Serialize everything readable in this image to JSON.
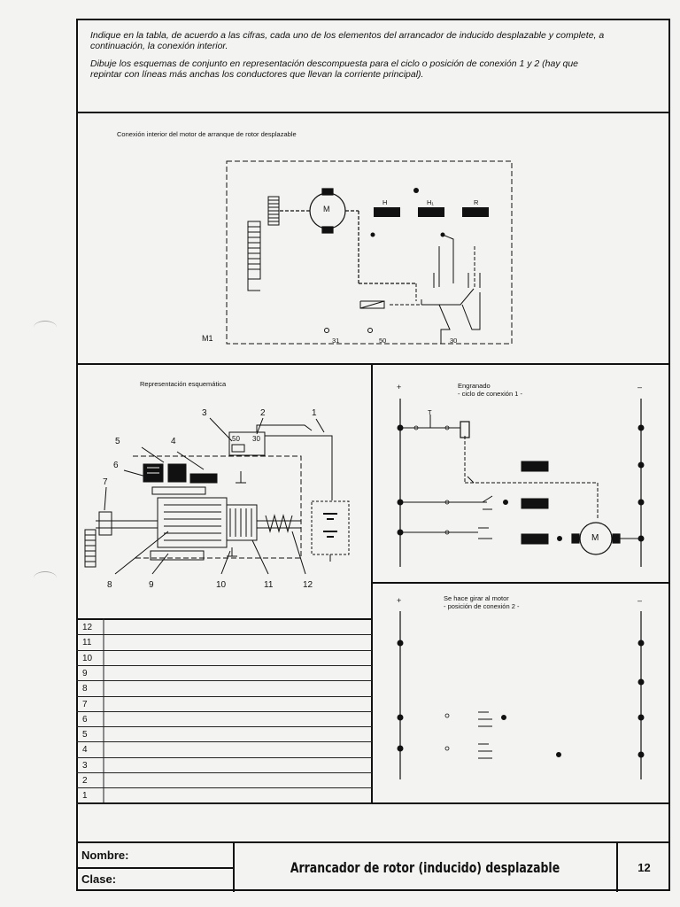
{
  "instructions": {
    "line1": "Indique en la tabla, de acuerdo a las cifras, cada uno de los elementos del arrancador de inducido desplazable y complete, a",
    "line2": "continuación, la conexión interior.",
    "line3": "Dibuje los esquemas de conjunto en representación descompuesta para el ciclo o posición de conexión 1 y 2 (hay que",
    "line4": "repintar con líneas más anchas los conductores que llevan la corriente principal)."
  },
  "top_section": {
    "caption": "Conexión interior del motor de arranque de rotor desplazable",
    "motor_label": "M",
    "labels": {
      "H": "H",
      "H1": "H₁",
      "R": "R",
      "M1": "M1",
      "t31": "31",
      "t50": "50",
      "t30": "30"
    }
  },
  "schematic": {
    "caption": "Representación esquemática",
    "numbers_top": [
      "3",
      "2",
      "1",
      "5",
      "4",
      "6",
      "7"
    ],
    "numbers_bottom": [
      "8",
      "9",
      "10",
      "11",
      "12"
    ],
    "terminal_50": "50",
    "terminal_30": "30"
  },
  "circuit1": {
    "plus": "+",
    "minus": "–",
    "caption_line1": "Engranado",
    "caption_line2": "- ciclo de conexión 1 -",
    "motor_label": "M",
    "switch_label": "T"
  },
  "circuit2": {
    "plus": "+",
    "minus": "–",
    "caption_line1": "Se hace girar al motor",
    "caption_line2": "- posición de conexión 2 -"
  },
  "table": {
    "rows": [
      "12",
      "11",
      "10",
      "9",
      "8",
      "7",
      "6",
      "5",
      "4",
      "3",
      "2",
      "1"
    ]
  },
  "footer": {
    "nombre_label": "Nombre:",
    "clase_label": "Clase:",
    "title": "Arrancador de rotor (inducido) desplazable",
    "page_number": "12"
  }
}
